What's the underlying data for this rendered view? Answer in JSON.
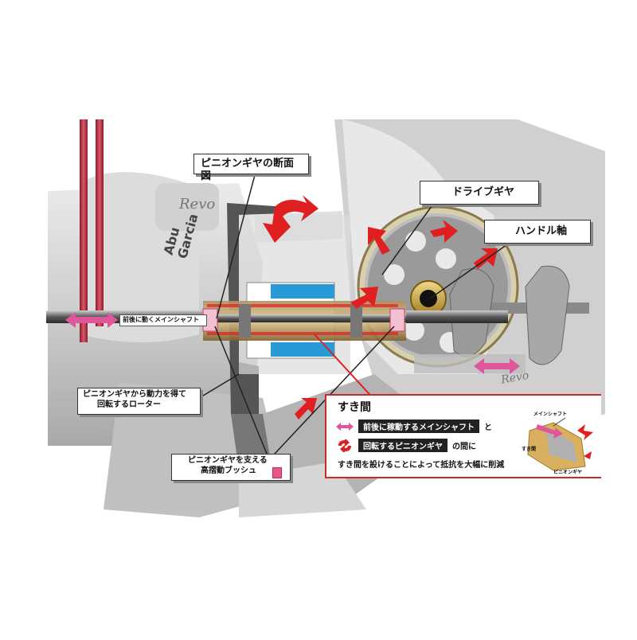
{
  "brand": {
    "logo_line1": "Abu",
    "logo_line2": "Garcia",
    "reel_name": "Revo"
  },
  "callouts": {
    "cross_section": "ピニオンギヤの断面図",
    "drive_gear": "ドライブギヤ",
    "handle_shaft": "ハンドル軸",
    "main_shaft_label": "前後に動くメインシャフト",
    "rotor_line1": "ピニオンギヤから動力を得て",
    "rotor_line2": "回転するローター",
    "bush_line1": "ピニオンギヤを支える",
    "bush_line2": "高摺動ブッシュ"
  },
  "info_box": {
    "title": "すき間",
    "line1_highlight": "前後に稼動するメインシャフト",
    "line1_suffix": "と",
    "line2_highlight": "回転するピニオンギヤ",
    "line2_suffix": "の間に",
    "line3": "すき間を設けることによって抵抗を大幅に削減",
    "inset_label_shaft": "メインシャフト",
    "inset_label_gap": "すき間",
    "inset_label_pinion": "ピニオンギヤ"
  },
  "colors": {
    "accent_red": "#e02020",
    "pink": "#e0569a",
    "blue": "#2a9ad6"
  }
}
